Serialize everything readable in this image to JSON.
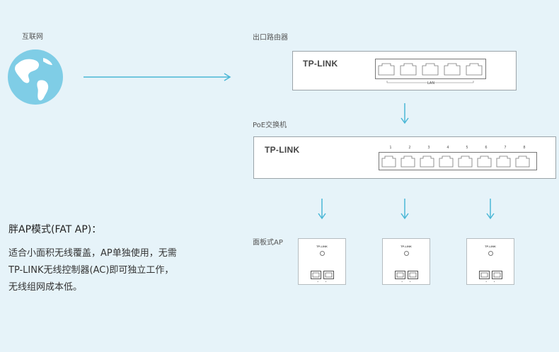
{
  "labels": {
    "internet": "互联网",
    "router": "出口路由器",
    "poe_switch": "PoE交换机",
    "panel_ap": "面板式AP"
  },
  "router": {
    "brand": "TP-LINK",
    "lan_label": "LAN"
  },
  "switch": {
    "brand": "TP-LINK",
    "port_numbers": [
      "1",
      "2",
      "3",
      "4",
      "5",
      "6",
      "7",
      "8"
    ]
  },
  "ap": {
    "brand": "TP-LINK"
  },
  "mode": {
    "title": "胖AP模式(FAT AP)：",
    "lines": [
      "适合小面积无线覆盖，AP单独使用，无需",
      "TP-LINK无线控制器(AC)即可独立工作，",
      "无线组网成本低。"
    ]
  },
  "colors": {
    "background": "#e6f3f9",
    "arrow": "#4ab7d6",
    "globe_water": "#7fcde6",
    "globe_land": "#ffffff"
  }
}
